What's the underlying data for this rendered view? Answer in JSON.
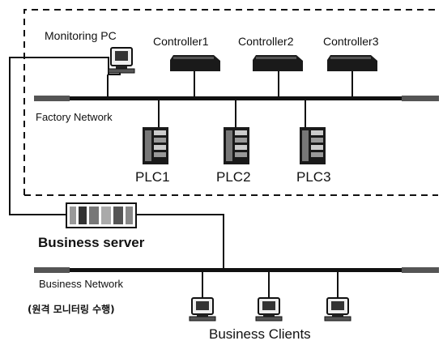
{
  "labels": {
    "monitoring_pc": "Monitoring PC",
    "controllers": [
      "Controller1",
      "Controller2",
      "Controller3"
    ],
    "factory_network": "Factory Network",
    "plcs": [
      "PLC1",
      "PLC2",
      "PLC3"
    ],
    "business_server": "Business server",
    "business_network": "Business Network",
    "remote_monitoring": "(원격 모니터링 수행)",
    "business_clients": "Business Clients"
  }
}
